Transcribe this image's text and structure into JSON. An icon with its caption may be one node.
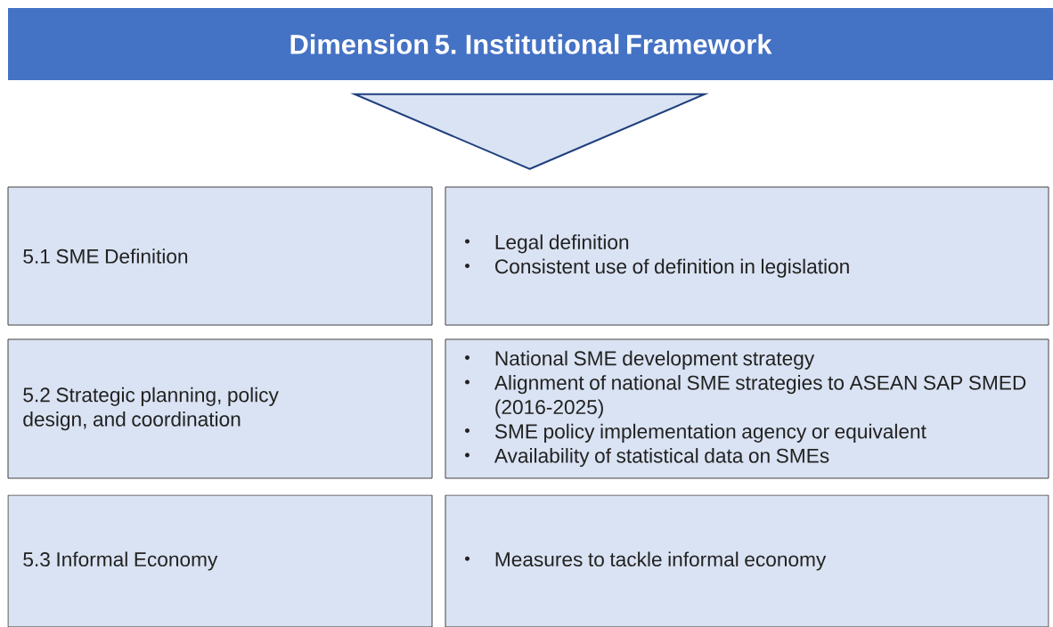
{
  "diagram": {
    "nodes": [
      {
        "text": [
          "Dimension 5. Institutional Framework"
        ]
      },
      {
        "text": [],
        "shape": "triangle"
      },
      {
        "text": [
          "5.1 SME Definition"
        ]
      },
      {
        "text": [
          "Legal definition",
          "Consistent use of definition in legislation"
        ]
      },
      {
        "text": [
          "5.2 Strategic planning, policy design, and coordination"
        ]
      },
      {
        "text": [
          "National SME development strategy",
          "Alignment of national SME strategies to ASEAN SAP SMED (2016-2025)",
          "SME policy implementation agency or equivalent",
          "Availability of statistical data on SMEs"
        ]
      },
      {
        "text": [
          "5.3 Informal Economy"
        ]
      },
      {
        "text": [
          "Measures to tackle informal economy"
        ]
      }
    ]
  }
}
